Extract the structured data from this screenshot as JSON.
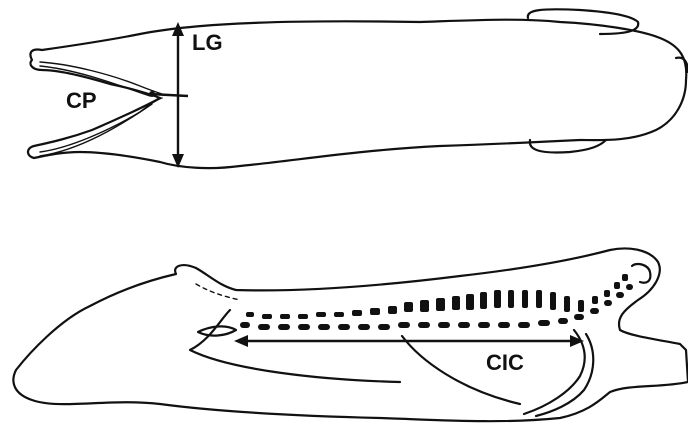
{
  "labels": {
    "lg": "LG",
    "cp": "CP",
    "cic": "CIC"
  },
  "colors": {
    "ink": "#111111",
    "background": "#ffffff"
  }
}
